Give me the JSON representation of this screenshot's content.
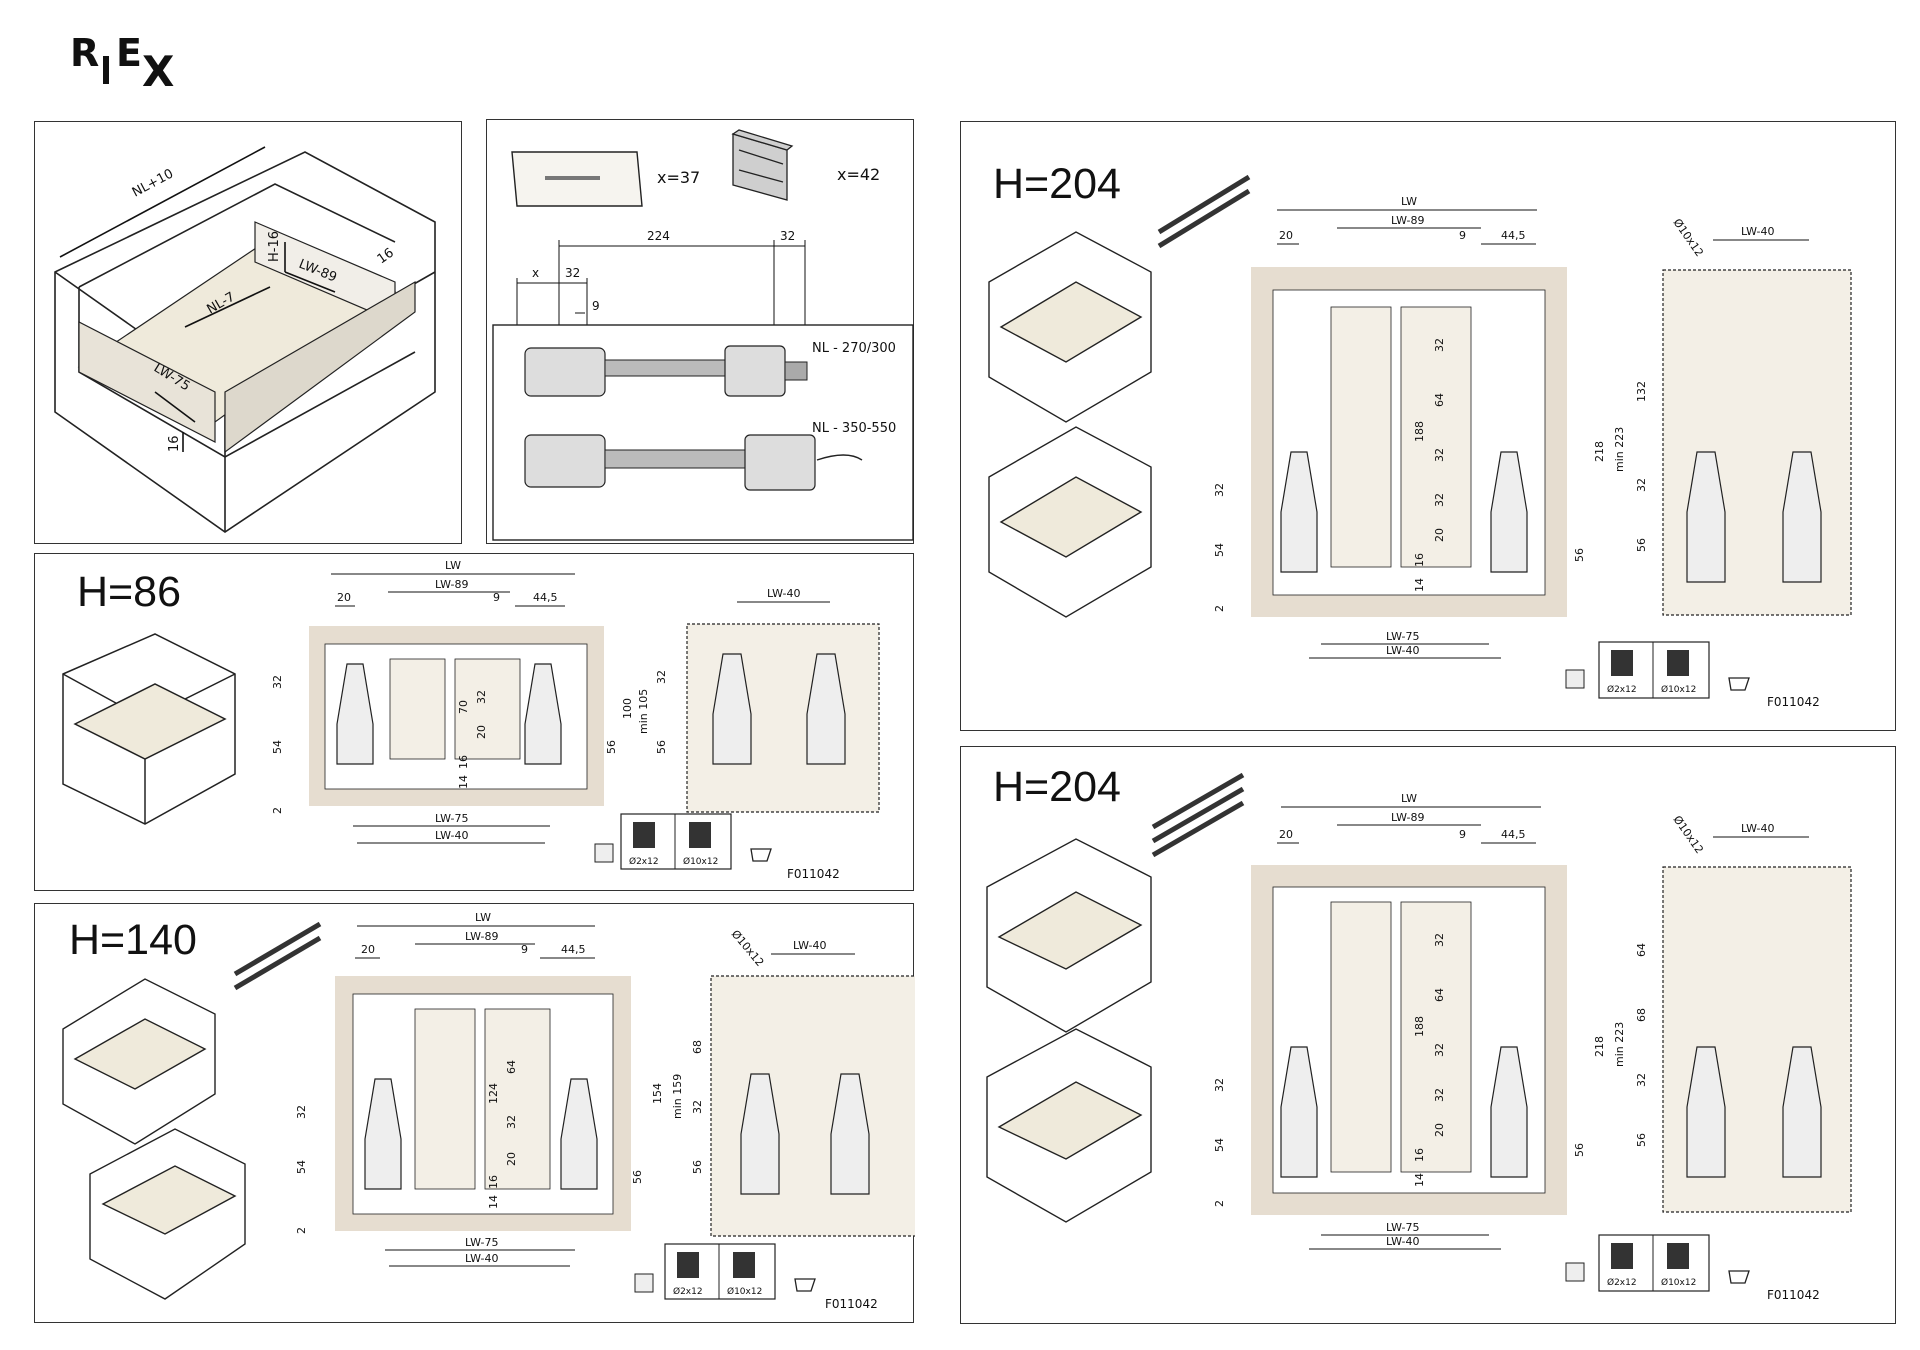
{
  "brand": {
    "logo_text": "RIEX"
  },
  "overview": {
    "labels": {
      "nl10": "NL+10",
      "h16": "H-16",
      "lw89": "LW-89",
      "sixteen_a": "16",
      "nl7": "NL-7",
      "lw75": "LW-75",
      "sixteen_b": "16"
    }
  },
  "front_fixing": {
    "x37": "x=37",
    "x42": "x=42",
    "dim_224": "224",
    "dim_32a": "32",
    "dim_x": "x",
    "dim_32b": "32",
    "dim_9": "9",
    "nl_short": "NL - 270/300",
    "nl_long": "NL - 350-550"
  },
  "h86": {
    "title": "H=86",
    "top": {
      "lw": "LW",
      "lw89": "LW-89",
      "d20": "20",
      "d9": "9",
      "d445": "44,5"
    },
    "bottom": {
      "lw75": "LW-75",
      "lw40": "LW-40"
    },
    "left": {
      "d32": "32",
      "d54": "54",
      "d2": "2"
    },
    "inner": {
      "d70": "70",
      "d32": "32",
      "d20": "20",
      "d16": "16",
      "d14": "14"
    },
    "right": {
      "d56": "56",
      "d100": "100",
      "dmin105": "min 105"
    },
    "back": {
      "lw40": "LW-40",
      "d32": "32",
      "d56": "56"
    },
    "parts": {
      "screw1": "Ø2x12",
      "screw2": "Ø10x12",
      "code": "F011042"
    }
  },
  "h140": {
    "title": "H=140",
    "top": {
      "lw": "LW",
      "lw89": "LW-89",
      "d20": "20",
      "d9": "9",
      "d445": "44,5"
    },
    "bottom": {
      "lw75": "LW-75",
      "lw40": "LW-40"
    },
    "left": {
      "d32": "32",
      "d54": "54",
      "d2": "2"
    },
    "inner": {
      "d124": "124",
      "d64": "64",
      "d32": "32",
      "d20": "20",
      "d16": "16",
      "d14": "14"
    },
    "right": {
      "d56": "56",
      "d154": "154",
      "dmin159": "min 159"
    },
    "back": {
      "lw40": "LW-40",
      "drill": "Ø10x12",
      "d68": "68",
      "d32": "32",
      "d56": "56"
    },
    "parts": {
      "screw1": "Ø2x12",
      "screw2": "Ø10x12",
      "code": "F011042"
    }
  },
  "h204a": {
    "title": "H=204",
    "top": {
      "lw": "LW",
      "lw89": "LW-89",
      "d20": "20",
      "d9": "9",
      "d445": "44,5"
    },
    "bottom": {
      "lw75": "LW-75",
      "lw40": "LW-40"
    },
    "left": {
      "d32": "32",
      "d54": "54",
      "d2": "2"
    },
    "inner": {
      "d188": "188",
      "d32a": "32",
      "d64": "64",
      "d32b": "32",
      "d32c": "32",
      "d20": "20",
      "d16": "16",
      "d14": "14"
    },
    "right": {
      "d56": "56",
      "d218": "218",
      "dmin223": "min 223"
    },
    "back": {
      "lw40": "LW-40",
      "drill": "Ø10x12",
      "d132": "132",
      "d32": "32",
      "d56": "56"
    },
    "parts": {
      "screw1": "Ø2x12",
      "screw2": "Ø10x12",
      "code": "F011042"
    }
  },
  "h204b": {
    "title": "H=204",
    "top": {
      "lw": "LW",
      "lw89": "LW-89",
      "d20": "20",
      "d9": "9",
      "d445": "44,5"
    },
    "bottom": {
      "lw75": "LW-75",
      "lw40": "LW-40"
    },
    "left": {
      "d32": "32",
      "d54": "54",
      "d2": "2"
    },
    "inner": {
      "d188": "188",
      "d32a": "32",
      "d64": "64",
      "d32b": "32",
      "d32c": "32",
      "d20": "20",
      "d16": "16",
      "d14": "14"
    },
    "right": {
      "d56": "56",
      "d218": "218",
      "dmin223": "min 223"
    },
    "back": {
      "lw40": "LW-40",
      "drill": "Ø10x12",
      "d64": "64",
      "d68": "68",
      "d32": "32",
      "d56": "56"
    },
    "parts": {
      "screw1": "Ø2x12",
      "screw2": "Ø10x12",
      "code": "F011042"
    }
  },
  "colors": {
    "wood": "#e6ddd0",
    "panel_fill": "#f3efe6",
    "line": "#222222"
  }
}
